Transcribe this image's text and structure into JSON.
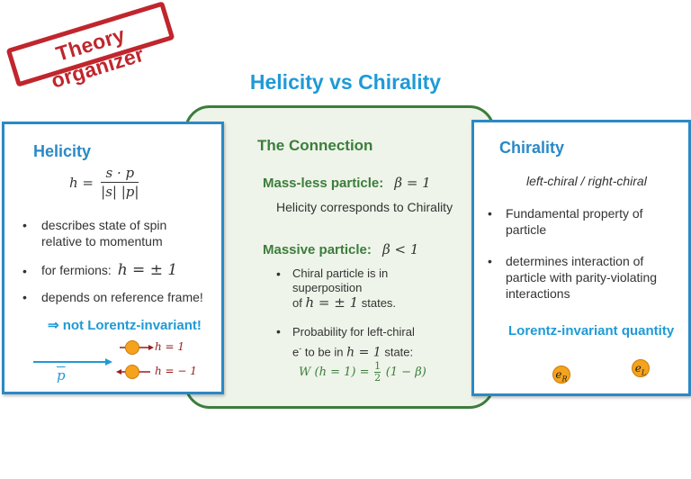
{
  "stamp": {
    "text": "Theory organizer"
  },
  "title": "Helicity vs Chirality",
  "helicity": {
    "heading": "Helicity",
    "formula": {
      "lhs": "h =",
      "numerator": "s · p",
      "denominator": "|s| |p|"
    },
    "bullets": [
      "describes state of spin relative to momentum",
      "for fermions:",
      "depends on reference frame!"
    ],
    "fermion_value": "h = ± 1",
    "conclusion": "⇒ not Lorentz-invariant!",
    "diagram": {
      "momentum_label": "p",
      "upper_label": "h = 1",
      "lower_label": "h = − 1"
    }
  },
  "connection": {
    "heading": "The Connection",
    "massless": {
      "label": "Mass-less particle:",
      "condition": "β = 1",
      "text": "Helicity corresponds to Chirality"
    },
    "massive": {
      "label": "Massive particle:",
      "condition": "β < 1",
      "bullet1": {
        "line1": "Chiral particle is in",
        "line2": "superposition",
        "line3_pre": "of",
        "math": "h = ± 1",
        "line3_post": "states."
      },
      "bullet2": {
        "line1": "Probability for left-chiral",
        "line2_pre": "e",
        "sup": "-",
        "line2_mid": "to be in",
        "math": "h = 1",
        "line2_post": "state:"
      },
      "formula": {
        "lhs": "W (h = 1) =",
        "frac_num": "1",
        "frac_den": "2",
        "rhs": "(1 − β)"
      }
    }
  },
  "chirality": {
    "heading": "Chirality",
    "subtitle": "left-chiral / right-chiral",
    "bullets": [
      "Fundamental property of particle",
      "determines interaction of particle with parity-violating interactions"
    ],
    "conclusion": "Lorentz-invariant quantity",
    "electrons": [
      {
        "base": "e",
        "sub": "R"
      },
      {
        "base": "e",
        "sub": "L"
      }
    ]
  },
  "colors": {
    "accent": "#1f9ad6",
    "panel_border": "#2a89c6",
    "green": "#3c7d3c",
    "stamp": "#c0262d",
    "particle": "#f5a31c",
    "arrow": "#9b1c1c"
  }
}
